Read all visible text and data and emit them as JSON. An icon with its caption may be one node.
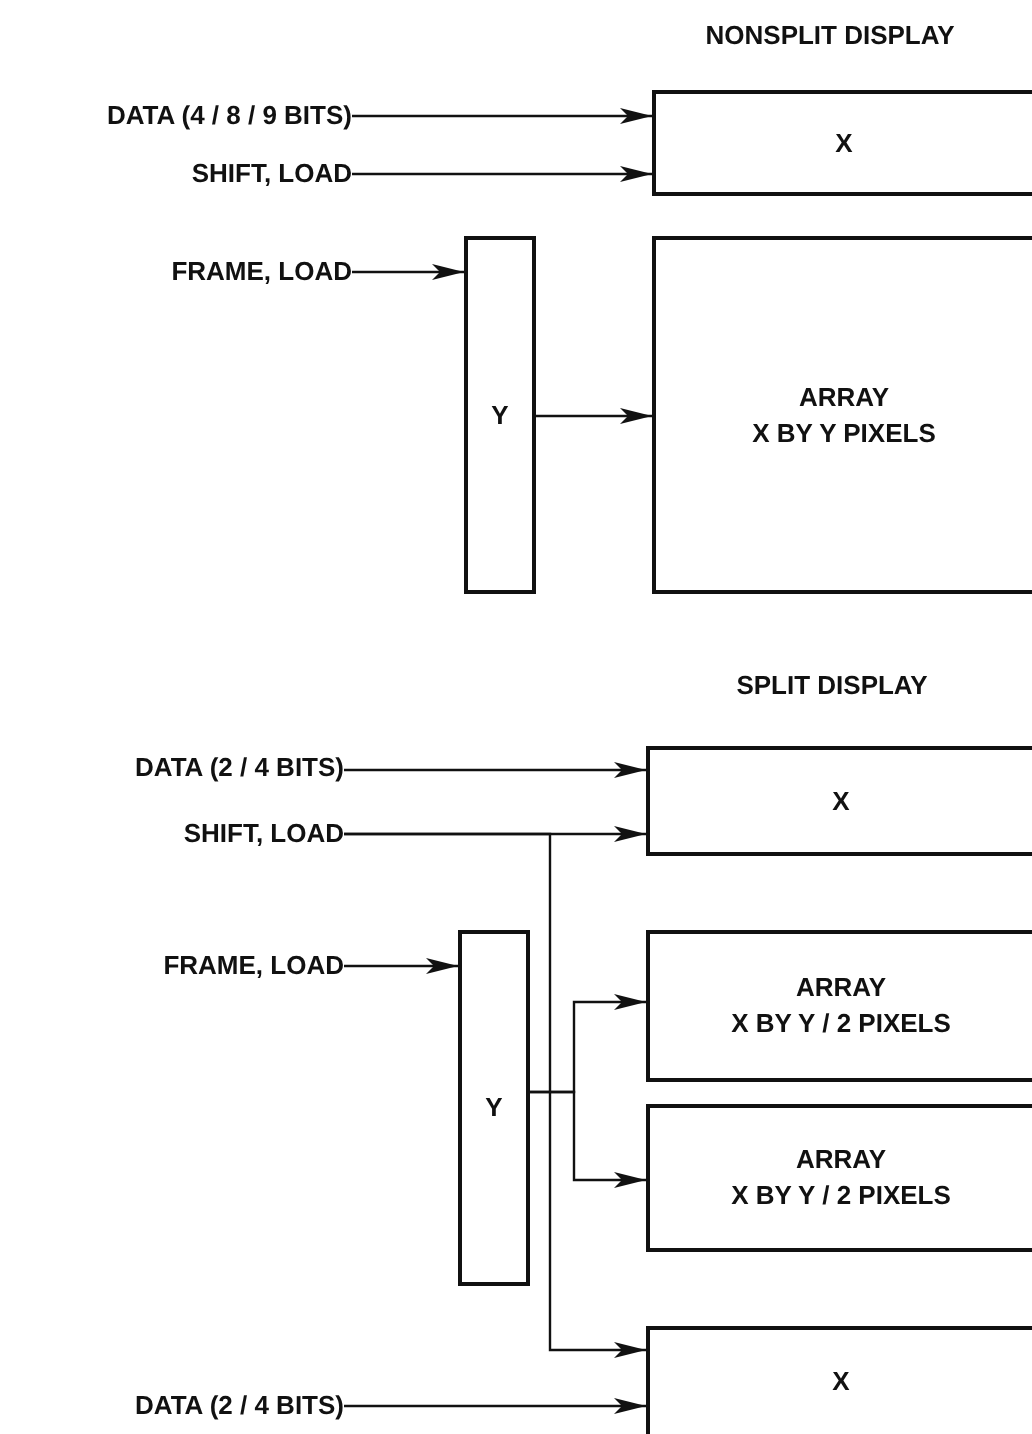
{
  "diagram": {
    "nodes": [
      {
        "text": [
          "DATA (4 / 8 / 9 BITS)"
        ]
      },
      {
        "text": [
          "X"
        ]
      },
      {
        "text": [
          "SHIFT, LOAD"
        ]
      },
      {
        "text": [
          "FRAME, LOAD"
        ]
      },
      {
        "text": [
          "Y"
        ]
      },
      {
        "text": [
          "ARRAY",
          "X BY Y PIXELS"
        ]
      },
      {
        "text": [
          "DATA (2 / 4 BITS)"
        ]
      },
      {
        "text": [
          "X"
        ]
      },
      {
        "text": [
          "SHIFT, LOAD"
        ]
      },
      {
        "text": [
          "FRAME, LOAD"
        ]
      },
      {
        "text": [
          "Y"
        ]
      },
      {
        "text": [
          "ARRAY",
          "X BY Y / 2 PIXELS"
        ]
      },
      {
        "text": [
          "ARRAY",
          "X BY Y / 2 PIXELS"
        ]
      },
      {
        "text": [
          "X"
        ]
      },
      {
        "text": [
          "DATA (2 / 4 BITS)"
        ]
      }
    ],
    "edges": [
      {
        "from": 0,
        "to": 1,
        "arrow": "to"
      },
      {
        "from": 2,
        "to": 1,
        "arrow": "to"
      },
      {
        "from": 3,
        "to": 4,
        "arrow": "to"
      },
      {
        "from": 4,
        "to": 5,
        "arrow": "to"
      },
      {
        "from": 6,
        "to": 7,
        "arrow": "to"
      },
      {
        "from": 8,
        "to": 7,
        "arrow": "to"
      },
      {
        "from": 8,
        "to": 13,
        "arrow": "to"
      },
      {
        "from": 9,
        "to": 10,
        "arrow": "to"
      },
      {
        "from": 10,
        "to": 11,
        "arrow": "to"
      },
      {
        "from": 10,
        "to": 12,
        "arrow": "to"
      },
      {
        "from": 14,
        "to": 13,
        "arrow": "to"
      }
    ],
    "labels": [
      "NONSPLIT DISPLAY",
      "SPLIT DISPLAY"
    ]
  }
}
